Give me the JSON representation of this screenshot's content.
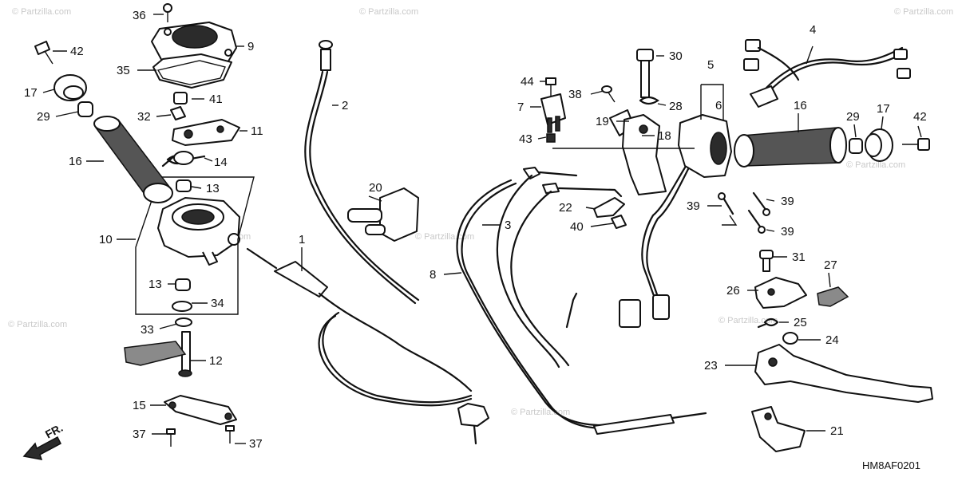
{
  "diagram_code": "HM8AF0201",
  "direction_label": "FR.",
  "watermark": "© Partzilla.com",
  "callouts": [
    "1",
    "2",
    "3",
    "4",
    "5",
    "6",
    "7",
    "8",
    "9",
    "10",
    "11",
    "12",
    "13",
    "14",
    "15",
    "16",
    "17",
    "18",
    "19",
    "20",
    "21",
    "22",
    "23",
    "24",
    "25",
    "26",
    "27",
    "28",
    "29",
    "30",
    "31",
    "32",
    "33",
    "34",
    "35",
    "36",
    "37",
    "38",
    "39",
    "40",
    "41",
    "42",
    "43",
    "44"
  ]
}
